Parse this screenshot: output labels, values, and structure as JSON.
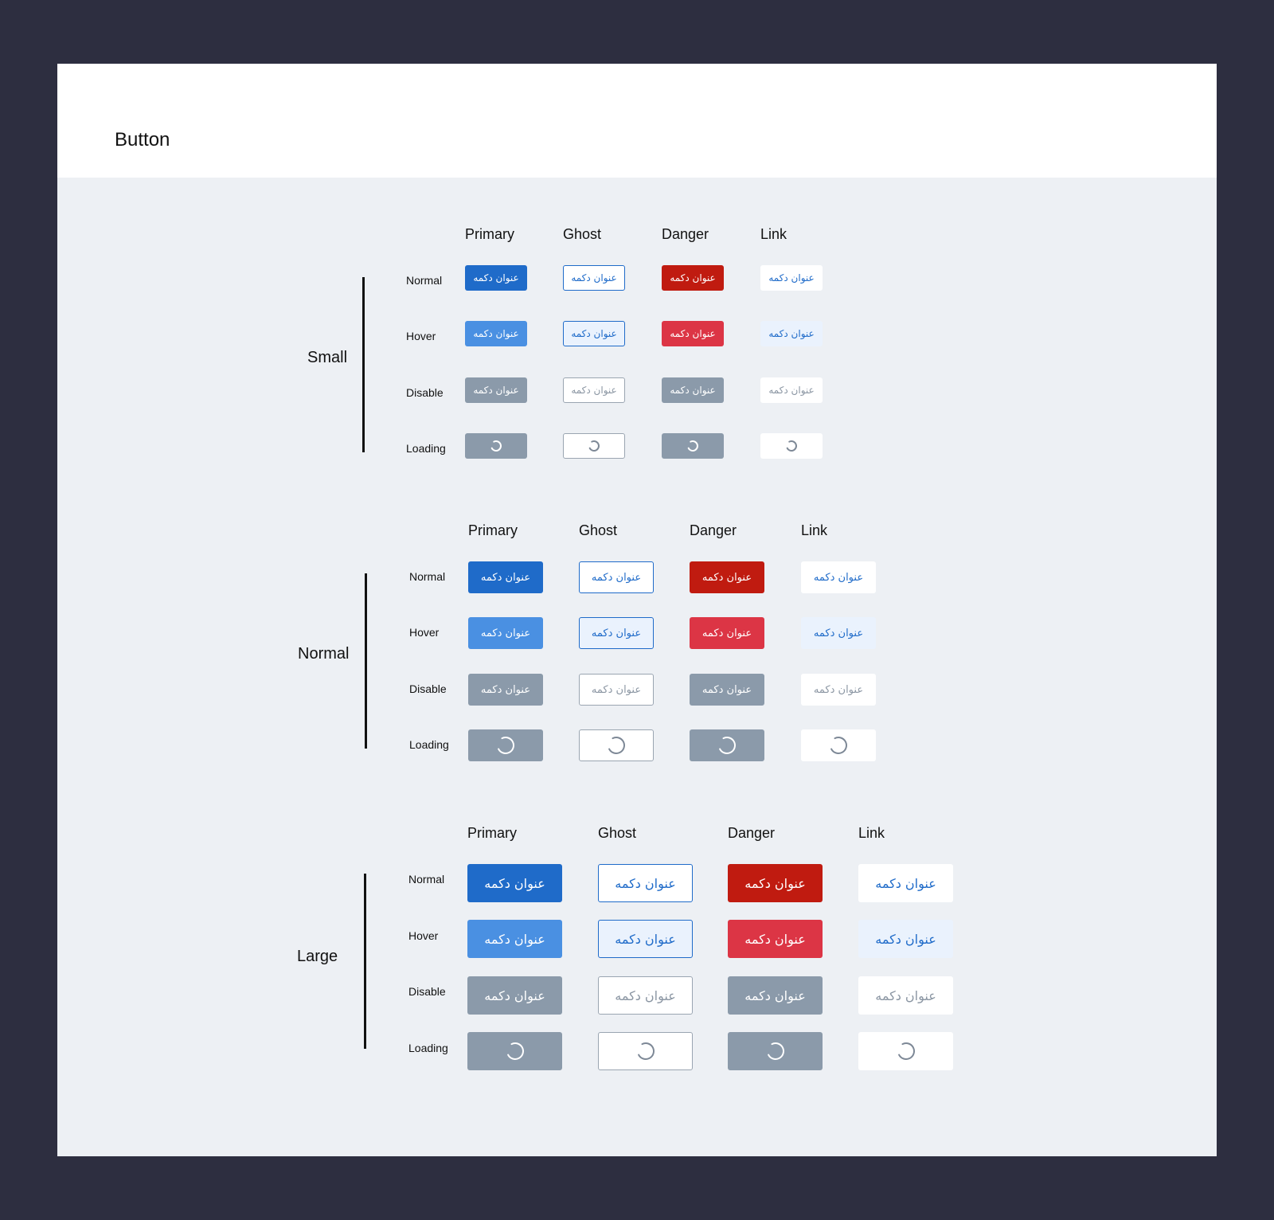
{
  "page": {
    "title": "Button"
  },
  "button_text": "عنوان دکمه",
  "loading_icon": "spinner-icon",
  "columns": [
    "Primary",
    "Ghost",
    "Danger",
    "Link"
  ],
  "states": [
    "Normal",
    "Hover",
    "Disable",
    "Loading"
  ],
  "sections": [
    {
      "key": "small",
      "label": "Small"
    },
    {
      "key": "normal",
      "label": "Normal"
    },
    {
      "key": "large",
      "label": "Large"
    }
  ],
  "colors": {
    "primary": "#1f6bc9",
    "primary_hover": "#4a90e2",
    "danger": "#c01b10",
    "danger_hover": "#dc3545",
    "disabled": "#8b9aaa",
    "link_hover_bg": "#eaf2fd",
    "canvas_bg": "#edf0f4",
    "outer_bg": "#2d2e40"
  }
}
